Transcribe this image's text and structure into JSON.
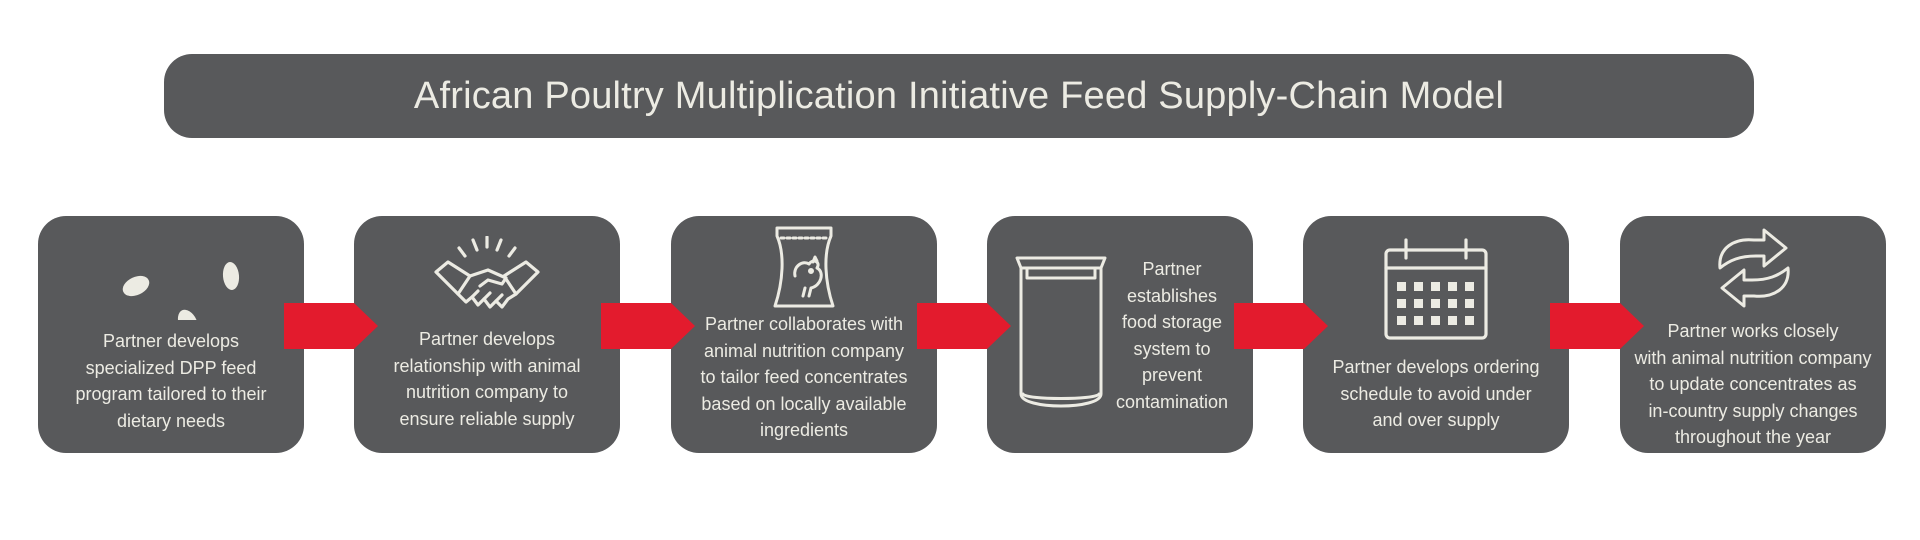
{
  "title": "African Poultry Multiplication Initiative Feed Supply-Chain Model",
  "colors": {
    "box": "#58595b",
    "text": "#ecebe3",
    "arrow": "#e31b2d",
    "background": "#ffffff"
  },
  "steps": [
    {
      "icon": "seeds-icon",
      "text": "Partner develops\nspecialized DPP feed\nprogram tailored to their\ndietary needs"
    },
    {
      "icon": "handshake-icon",
      "text": "Partner develops\nrelationship with animal\nnutrition company to\nensure reliable supply"
    },
    {
      "icon": "feed-bag-icon",
      "text": "Partner collaborates with\nanimal nutrition company\nto tailor feed concentrates\nbased on locally available\ningredients"
    },
    {
      "icon": "storage-container-icon",
      "text": "Partner\nestablishes\nfood storage\nsystem to\nprevent\ncontamination"
    },
    {
      "icon": "calendar-icon",
      "text": "Partner develops ordering\nschedule to avoid under\nand over supply"
    },
    {
      "icon": "refresh-cycle-icon",
      "text": "Partner works closely\nwith animal nutrition company\nto update concentrates as\nin-country supply changes\nthroughout the year"
    }
  ]
}
